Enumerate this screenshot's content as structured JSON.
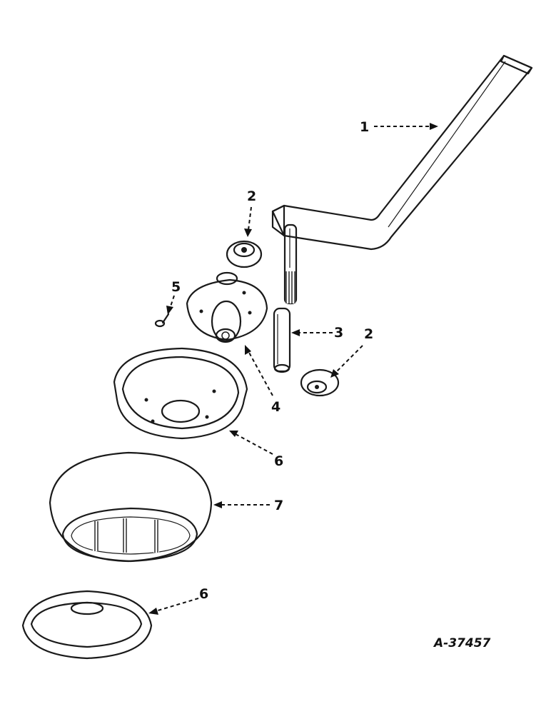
{
  "callouts": {
    "c1": "1",
    "c2a": "2",
    "c2b": "2",
    "c3": "3",
    "c4": "4",
    "c5": "5",
    "c6a": "6",
    "c6b": "6",
    "c7": "7"
  },
  "figure_id": "A-37457",
  "colors": {
    "ink": "#1a1a1a",
    "paper": "#ffffff"
  }
}
